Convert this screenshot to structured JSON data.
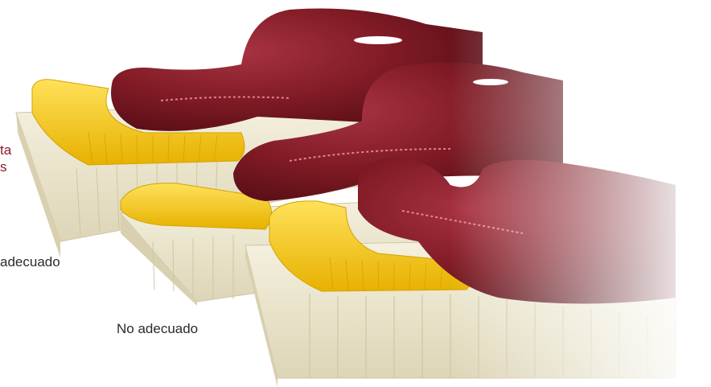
{
  "labels": {
    "top_left_fragment_line1": "ta",
    "top_left_fragment_line2": "s",
    "middle_label": "adecuado",
    "bottom_label": "No adecuado"
  },
  "colors": {
    "body": "#7e1a24",
    "body_highlight": "#a83241",
    "pillow": "#f2c200",
    "pillow_light": "#ffd93a",
    "mattress": "#ece7cf",
    "mattress_shadow": "#c9c1a2",
    "spine": "#ff9aa5"
  }
}
